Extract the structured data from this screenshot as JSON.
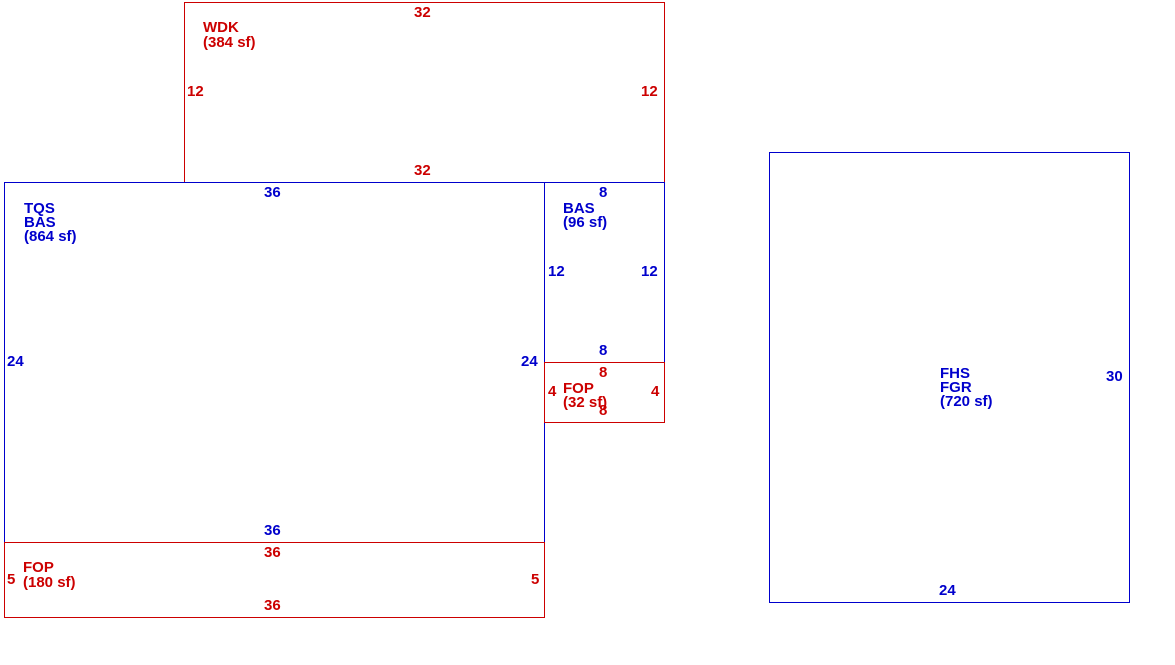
{
  "colors": {
    "living_area": "#0000cc",
    "porch_deck": "#cc0000"
  },
  "areas": {
    "wdk": {
      "code": "WDK",
      "area": "(384 sf)",
      "dims": {
        "top": "32",
        "bottom": "32",
        "left": "12",
        "right": "12"
      }
    },
    "main": {
      "code1": "TQS",
      "code2": "BAS",
      "area": "(864 sf)",
      "dims": {
        "top": "36",
        "bottom": "36",
        "left": "24",
        "right": "24"
      }
    },
    "bas_small": {
      "code": "BAS",
      "area": "(96 sf)",
      "dims": {
        "top": "8",
        "bottom": "8",
        "left": "12",
        "right": "12"
      }
    },
    "fop_small": {
      "code": "FOP",
      "area": "(32 sf)",
      "dims": {
        "top": "8",
        "bottom": "8",
        "left": "4",
        "right": "4"
      }
    },
    "fop_bottom": {
      "code": "FOP",
      "area": "(180 sf)",
      "dims": {
        "top": "36",
        "bottom": "36",
        "left": "5",
        "right": "5"
      }
    },
    "garage": {
      "code1": "FHS",
      "code2": "FGR",
      "area": "(720 sf)",
      "dims": {
        "right": "30",
        "bottom": "24"
      }
    }
  }
}
